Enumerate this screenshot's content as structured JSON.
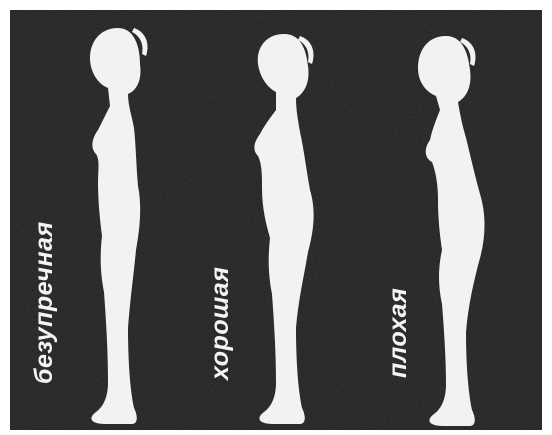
{
  "figure": {
    "labels": [
      {
        "id": "label-flawless",
        "text": "безупречная"
      },
      {
        "id": "label-good",
        "text": "хорошая"
      },
      {
        "id": "label-poor",
        "text": "плохая"
      }
    ],
    "colors": {
      "background": "#1c1c1c",
      "silhouette": "#f2f2f2",
      "label": "#f4f4f4"
    }
  }
}
